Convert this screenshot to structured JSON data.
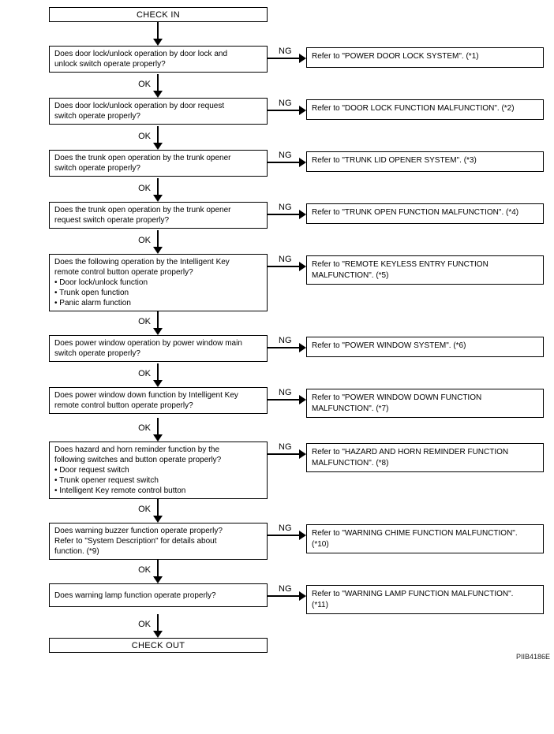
{
  "figure_code": "PIIB4186E",
  "flow": {
    "start_label": "CHECK IN",
    "end_label": "CHECK OUT",
    "ok_label": "OK",
    "ng_label": "NG",
    "steps": [
      {
        "question": "Does door lock/unlock operation by door lock and\nunlock switch operate properly?",
        "result": "Refer to \"POWER DOOR LOCK SYSTEM\". (*1)"
      },
      {
        "question": "Does door lock/unlock operation by door request\nswitch operate properly?",
        "result": "Refer to \"DOOR LOCK FUNCTION MALFUNCTION\". (*2)"
      },
      {
        "question": "Does the trunk open operation by the trunk opener\nswitch operate properly?",
        "result": "Refer to \"TRUNK LID OPENER SYSTEM\". (*3)"
      },
      {
        "question": "Does the trunk open operation by the trunk opener\nrequest switch operate properly?",
        "result": "Refer to \"TRUNK OPEN FUNCTION MALFUNCTION\". (*4)"
      },
      {
        "question": "Does the following operation by the Intelligent Key\nremote control button operate properly?\n• Door lock/unlock function\n• Trunk open function\n• Panic alarm function",
        "result": "Refer to \"REMOTE KEYLESS ENTRY FUNCTION\nMALFUNCTION\". (*5)"
      },
      {
        "question": "Does power window operation by power window main\nswitch operate properly?",
        "result": "Refer to \"POWER WINDOW SYSTEM\". (*6)"
      },
      {
        "question": "Does power window down function by Intelligent Key\nremote control button operate properly?",
        "result": "Refer to \"POWER WINDOW DOWN FUNCTION\nMALFUNCTION\". (*7)"
      },
      {
        "question": "Does hazard and horn reminder function by the\nfollowing switches and button operate properly?\n• Door request switch\n• Trunk opener request switch\n• Intelligent Key remote control button",
        "result": "Refer to \"HAZARD AND HORN REMINDER FUNCTION\nMALFUNCTION\". (*8)"
      },
      {
        "question": "Does warning buzzer function operate properly?\nRefer to \"System Description\" for details about\nfunction. (*9)",
        "result": "Refer to \"WARNING CHIME FUNCTION MALFUNCTION\".\n(*10)"
      },
      {
        "question": "Does warning lamp function operate properly?",
        "result": "Refer to \"WARNING LAMP FUNCTION MALFUNCTION\".\n(*11)"
      }
    ]
  },
  "colors": {
    "line": "#000000",
    "background": "#ffffff",
    "text": "#000000"
  }
}
